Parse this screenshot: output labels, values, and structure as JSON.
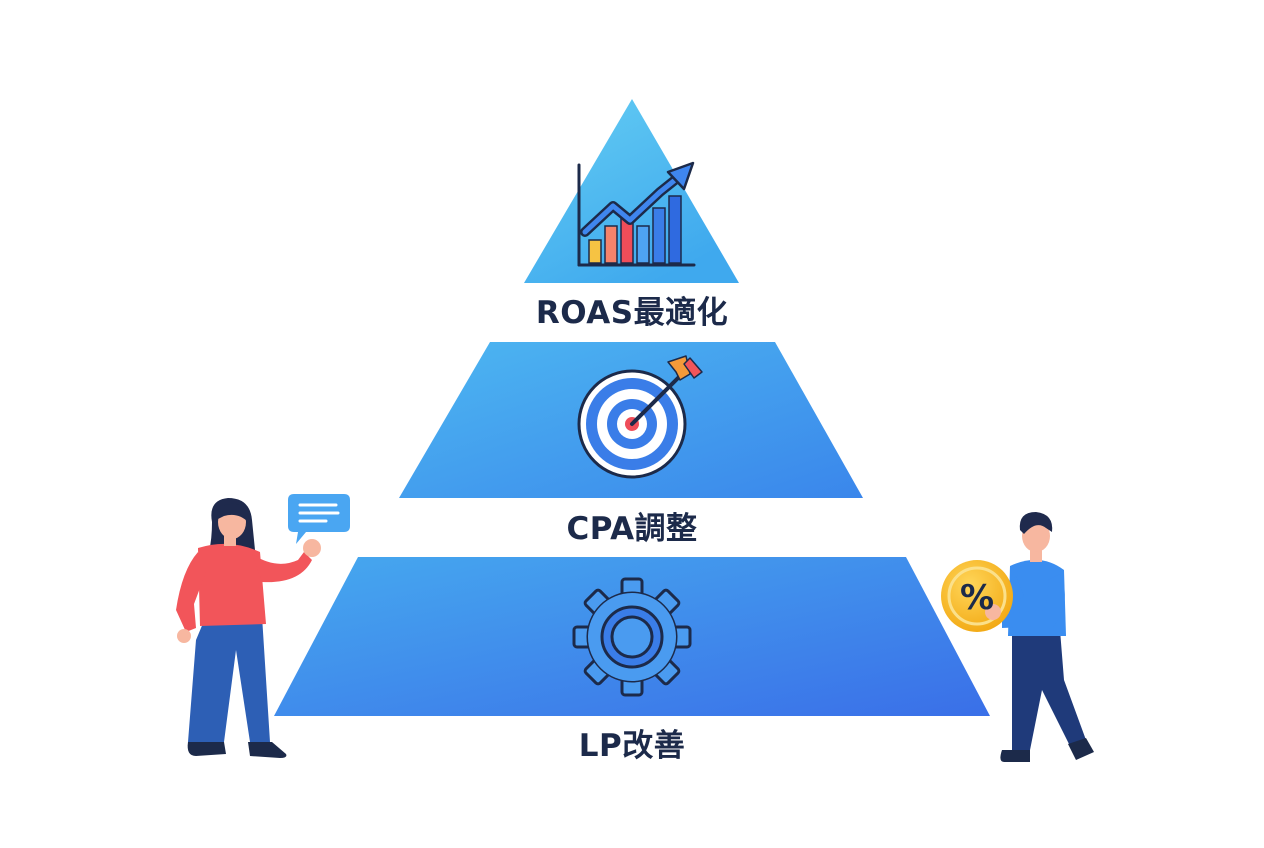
{
  "diagram": {
    "tiers": [
      {
        "label": "ROAS最適化",
        "icon": "growth-chart-icon"
      },
      {
        "label": "CPA調整",
        "icon": "target-icon"
      },
      {
        "label": "LP改善",
        "icon": "gear-icon"
      }
    ],
    "people": [
      {
        "role": "woman-presenting",
        "icon": "speech-bubble-icon"
      },
      {
        "role": "man-holding-coin",
        "icon": "percent-coin-icon",
        "coin_text": "%"
      }
    ],
    "colors": {
      "tier_light": "#5ec3f2",
      "tier_mid": "#3d9ff0",
      "tier_dark": "#3b78ea",
      "label_text": "#1c2a4a",
      "accent_red": "#f2555a",
      "accent_orange": "#f49a3a",
      "coin": "#f6b81f"
    }
  }
}
